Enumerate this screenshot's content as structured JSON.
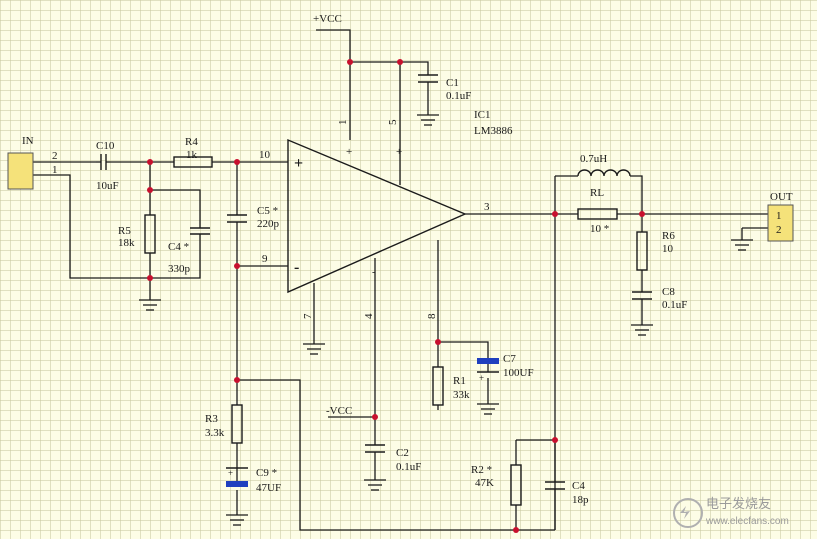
{
  "schematic": {
    "power": {
      "pos": "+VCC",
      "neg": "-VCC"
    },
    "ic": {
      "ref": "IC1",
      "part": "LM3886",
      "plus_sign": "+",
      "minus_sign": "-",
      "pin1": "1",
      "pin5": "5",
      "pin10": "10",
      "pin9": "9",
      "pin7": "7",
      "pin4": "4",
      "pin8": "8",
      "pin3": "3",
      "pin1_mark": "+",
      "pin5_mark": "+",
      "pin4_mark": "-"
    },
    "connectors": {
      "in": {
        "label": "IN",
        "pin2": "2",
        "pin1": "1"
      },
      "out": {
        "label": "OUT",
        "pin1": "1",
        "pin2": "2"
      }
    },
    "components": {
      "c10": {
        "ref": "C10",
        "value": "10uF"
      },
      "r4": {
        "ref": "R4",
        "value": "1k"
      },
      "r5": {
        "ref": "R5",
        "value": "18k"
      },
      "c4a": {
        "ref": "C4 *",
        "value": "330p"
      },
      "c5": {
        "ref": "C5 *",
        "value": "220p"
      },
      "c1": {
        "ref": "C1",
        "value": "0.1uF"
      },
      "c7": {
        "ref": "C7",
        "value": "100UF"
      },
      "r1": {
        "ref": "R1",
        "value": "33k"
      },
      "c2": {
        "ref": "C2",
        "value": "0.1uF"
      },
      "r3": {
        "ref": "R3",
        "value": "3.3k"
      },
      "c9": {
        "ref": "C9 *",
        "value": "47UF"
      },
      "r2": {
        "ref": "R2 *",
        "value": "47K"
      },
      "c4b": {
        "ref": "C4",
        "value": "18p"
      },
      "l1": {
        "value": "0.7uH"
      },
      "rl": {
        "ref": "RL",
        "value": "10 *"
      },
      "r6": {
        "ref": "R6",
        "value": "10"
      },
      "c8": {
        "ref": "C8",
        "value": "0.1uF"
      }
    },
    "watermark": "电子发烧友",
    "watermark_url": "www.elecfans.com"
  }
}
